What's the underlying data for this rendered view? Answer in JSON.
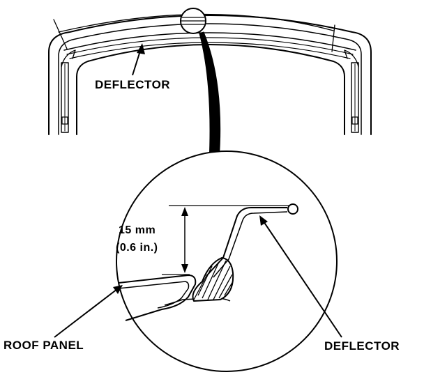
{
  "labels": {
    "deflector_top": "DEFLECTOR",
    "dimension_mm": "15 mm",
    "dimension_in": "(0.6 in.)",
    "roof_panel": "ROOF PANEL",
    "deflector_bottom": "DEFLECTOR"
  },
  "colors": {
    "ink": "#000000",
    "paper": "#ffffff"
  }
}
